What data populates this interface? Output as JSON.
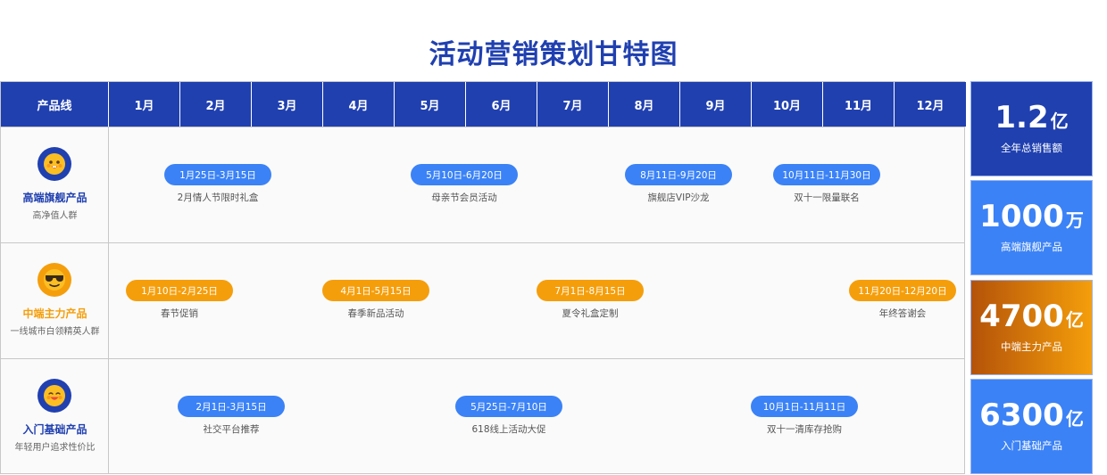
{
  "title": "活动营销策划甘特图",
  "header": {
    "product_col": "产品线",
    "months": [
      "1月",
      "2月",
      "3月",
      "4月",
      "5月",
      "6月",
      "7月",
      "8月",
      "9月",
      "10月",
      "11月",
      "12月"
    ]
  },
  "colors": {
    "header_bg": "#2040b0",
    "blue_bar": "#3b82f6",
    "orange_bar": "#f59e0b",
    "title": "#2040b0",
    "midrange_name": "#f59e0b"
  },
  "rows": [
    {
      "name": "高端旗舰产品",
      "audience": "高净值人群",
      "icon": "smiling-face-icon",
      "color": "blue",
      "activities": [
        {
          "dates": "1月25日-3月15日",
          "name": "2月情人节限时礼盒"
        },
        {
          "dates": "5月10日-6月20日",
          "name": "母亲节会员活动"
        },
        {
          "dates": "8月11日-9月20日",
          "name": "旗舰店VIP沙龙"
        },
        {
          "dates": "10月11日-11月30日",
          "name": "双十一限量联名"
        }
      ]
    },
    {
      "name": "中端主力产品",
      "audience": "一线城市白领精英人群",
      "icon": "sunglasses-face-icon",
      "color": "orange",
      "activities": [
        {
          "dates": "1月10日-2月25日",
          "name": "春节促销"
        },
        {
          "dates": "4月1日-5月15日",
          "name": "春季新品活动"
        },
        {
          "dates": "7月1日-8月15日",
          "name": "夏令礼盒定制"
        },
        {
          "dates": "11月20日-12月20日",
          "name": "年终答谢会"
        }
      ]
    },
    {
      "name": "入门基础产品",
      "audience": "年轻用户追求性价比",
      "icon": "laughing-face-icon",
      "color": "blue",
      "activities": [
        {
          "dates": "2月1日-3月15日",
          "name": "社交平台推荐"
        },
        {
          "dates": "5月25日-7月10日",
          "name": "618线上活动大促"
        },
        {
          "dates": "10月1日-11月11日",
          "name": "双十一清库存抢购"
        }
      ]
    }
  ],
  "stats": [
    {
      "value": "1.2",
      "unit": "亿",
      "label": "全年总销售额",
      "bg": "#2040b0"
    },
    {
      "value": "1000",
      "unit": "万",
      "label": "高端旗舰产品",
      "bg": "#3b82f6"
    },
    {
      "value": "4700",
      "unit": "亿",
      "label": "中端主力产品",
      "bg": "linear-gradient(90deg,#b45309,#f59e0b)"
    },
    {
      "value": "6300",
      "unit": "亿",
      "label": "入门基础产品",
      "bg": "#3b82f6"
    }
  ],
  "chart_data": {
    "type": "gantt",
    "title": "活动营销策划甘特图",
    "categories": [
      "高端旗舰产品",
      "中端主力产品",
      "入门基础产品"
    ],
    "x_axis": [
      "1月",
      "2月",
      "3月",
      "4月",
      "5月",
      "6月",
      "7月",
      "8月",
      "9月",
      "10月",
      "11月",
      "12月"
    ],
    "series": [
      {
        "name": "高端旗舰产品",
        "tasks": [
          {
            "label": "2月情人节限时礼盒",
            "start": "1-25",
            "end": "3-15"
          },
          {
            "label": "母亲节会员活动",
            "start": "5-10",
            "end": "6-20"
          },
          {
            "label": "旗舰店VIP沙龙",
            "start": "8-11",
            "end": "9-20"
          },
          {
            "label": "双十一限量联名",
            "start": "10-11",
            "end": "11-30"
          }
        ]
      },
      {
        "name": "中端主力产品",
        "tasks": [
          {
            "label": "春节促销",
            "start": "1-10",
            "end": "2-25"
          },
          {
            "label": "春季新品活动",
            "start": "4-1",
            "end": "5-15"
          },
          {
            "label": "夏令礼盒定制",
            "start": "7-1",
            "end": "8-15"
          },
          {
            "label": "年终答谢会",
            "start": "11-20",
            "end": "12-20"
          }
        ]
      },
      {
        "name": "入门基础产品",
        "tasks": [
          {
            "label": "社交平台推荐",
            "start": "2-1",
            "end": "3-15"
          },
          {
            "label": "618线上活动大促",
            "start": "5-25",
            "end": "7-10"
          },
          {
            "label": "双十一清库存抢购",
            "start": "10-1",
            "end": "11-11"
          }
        ]
      }
    ],
    "kpis": [
      {
        "label": "全年总销售额",
        "value": "1.2亿"
      },
      {
        "label": "高端旗舰产品",
        "value": "1000万"
      },
      {
        "label": "中端主力产品",
        "value": "4700亿"
      },
      {
        "label": "入门基础产品",
        "value": "6300亿"
      }
    ]
  }
}
